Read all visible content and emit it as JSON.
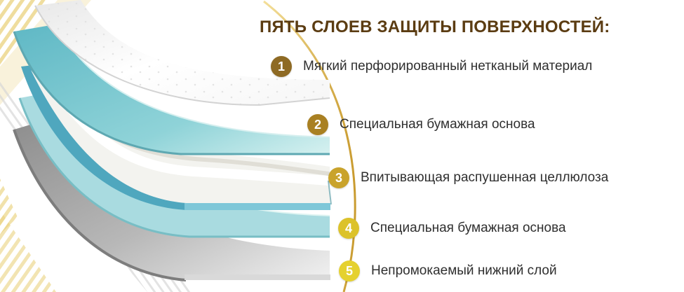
{
  "title": "ПЯТЬ СЛОЕВ ЗАЩИТЫ ПОВЕРХНОСТЕЙ:",
  "accent_arc_color": "#d8b54a",
  "title_color": "#5b3c12",
  "layers": [
    {
      "number": "1",
      "label": "Мягкий перфорированный нетканый материал",
      "badge_color": "#8e6a24",
      "material": "white perforated nonwoven"
    },
    {
      "number": "2",
      "label": "Специальная бумажная основа",
      "badge_color": "#a98022",
      "material": "light blue paper base"
    },
    {
      "number": "3",
      "label": "Впитывающая распушенная целлюлоза",
      "badge_color": "#c9a32c",
      "material": "fluffy cellulose"
    },
    {
      "number": "4",
      "label": "Специальная бумажная основа",
      "badge_color": "#dcc22a",
      "material": "light blue paper base"
    },
    {
      "number": "5",
      "label": "Непромокаемый нижний слой",
      "badge_color": "#e5d12f",
      "material": "grey waterproof backing"
    }
  ]
}
